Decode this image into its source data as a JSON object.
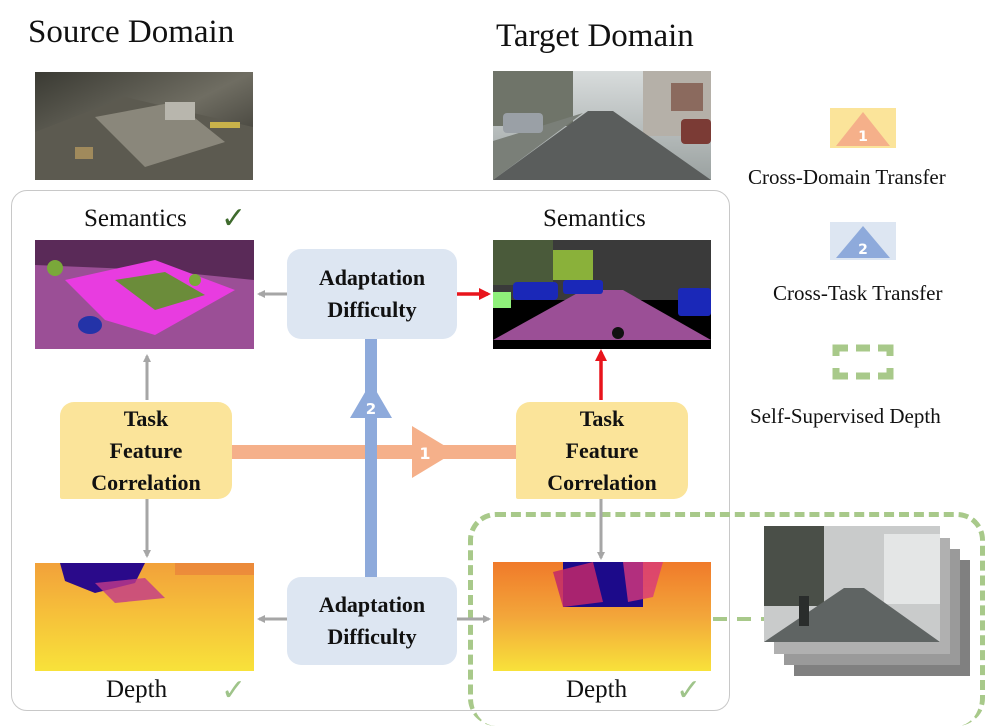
{
  "titles": {
    "source_domain": "Source Domain",
    "target_domain": "Target Domain"
  },
  "labels": {
    "semantics": "Semantics",
    "depth": "Depth"
  },
  "boxes": {
    "task_feature_correlation": [
      "Task",
      "Feature",
      "Correlation"
    ],
    "adaptation_difficulty": [
      "Adaptation",
      "Difficulty"
    ]
  },
  "legend": {
    "cross_domain": "Cross-Domain Transfer",
    "cross_task": "Cross-Task Transfer",
    "self_supervised": "Self-Supervised Depth"
  },
  "markers": {
    "one": "1",
    "two": "2"
  },
  "symbols": {
    "check": "✓"
  },
  "colors": {
    "cross_domain": "#f5b08a",
    "cross_task": "#8eaadb",
    "self_supervised": "#a8c98a",
    "red_arrow": "#e8141c",
    "gray_arrow": "#a6a6a6",
    "check_strong": "#3f6b2e",
    "check_light": "#9fc48a",
    "task_box": "#fbe49a",
    "difficulty_box": "#dde6f2"
  }
}
